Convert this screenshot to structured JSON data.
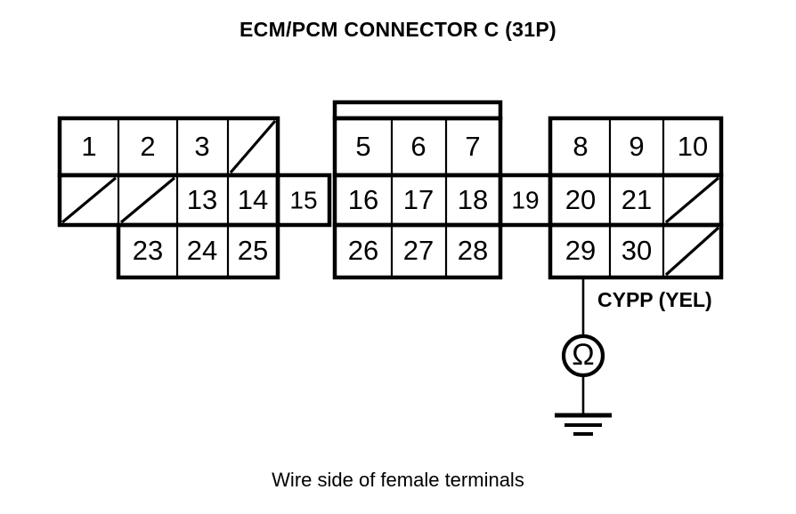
{
  "title": "ECM/PCM CONNECTOR C (31P)",
  "caption": "Wire side of female terminals",
  "connector": {
    "name": "ECM/PCM CONNECTOR C",
    "pin_count_label": "(31P)",
    "blocks": {
      "left": {
        "row1": [
          "1",
          "2",
          "3",
          ""
        ],
        "row2": [
          "",
          "",
          "13",
          "14"
        ],
        "row3": [
          "",
          "23",
          "24",
          "25"
        ]
      },
      "bridge_left": {
        "row2": [
          "15"
        ]
      },
      "middle": {
        "row1": [
          "5",
          "6",
          "7"
        ],
        "row2": [
          "16",
          "17",
          "18"
        ],
        "row3": [
          "26",
          "27",
          "28"
        ]
      },
      "bridge_right": {
        "row2": [
          "19"
        ]
      },
      "right": {
        "row1": [
          "8",
          "9",
          "10"
        ],
        "row2": [
          "20",
          "21",
          ""
        ],
        "row3": [
          "29",
          "30",
          ""
        ]
      }
    }
  },
  "wire": {
    "label": "CYPP (YEL)",
    "from_terminal": "29",
    "color_code": "YEL"
  },
  "meter": {
    "symbol": "Ω",
    "type": "ohmmeter",
    "ground": "chassis-ground"
  },
  "colors": {
    "ink": "#000000",
    "paper": "#ffffff"
  }
}
